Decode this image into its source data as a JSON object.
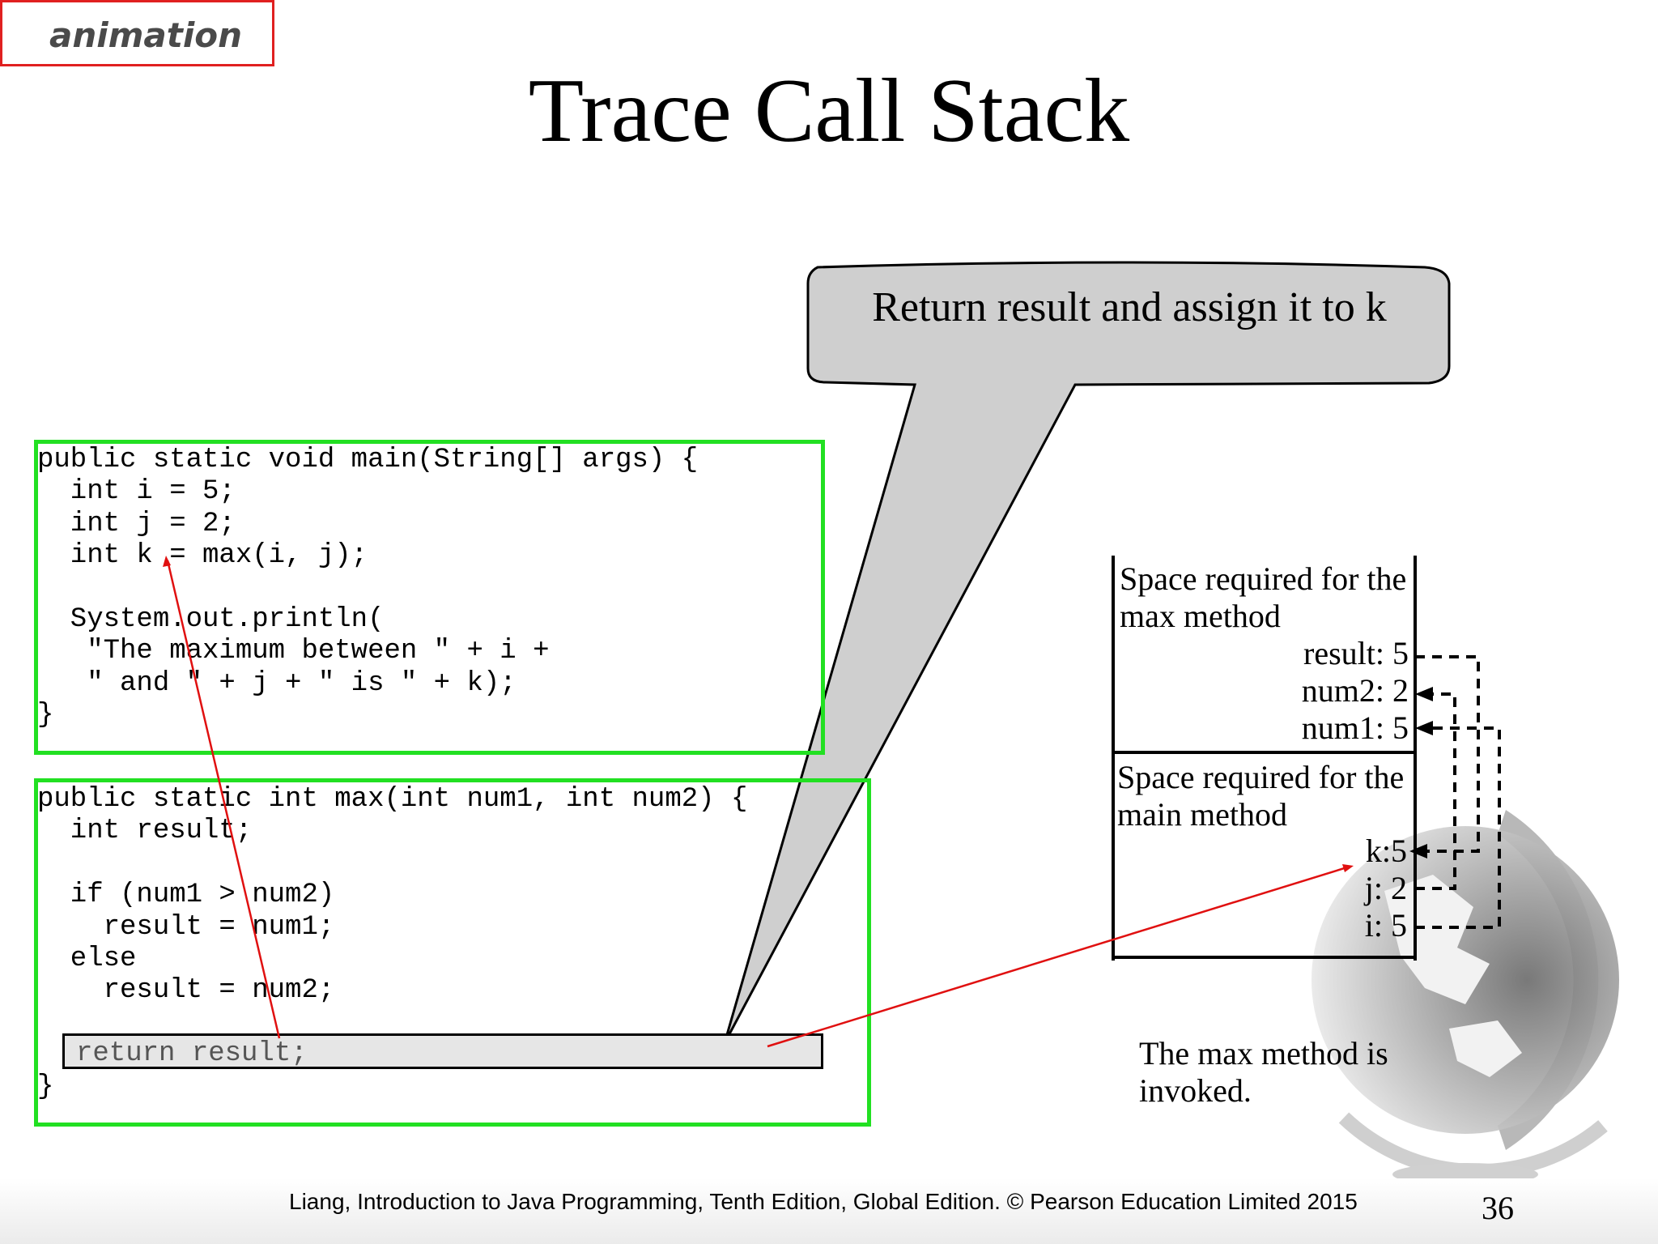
{
  "slide": {
    "tag": "animation",
    "title": "Trace Call Stack",
    "callout": "Return result and assign it to k"
  },
  "main_code": "public static void main(String[] args) {\n  int i = 5;\n  int j = 2;\n  int k = max(i, j);\n\n  System.out.println(\n   \"The maximum between \" + i +\n   \" and \" + j + \" is \" + k);\n}",
  "max_code": "public static int max(int num1, int num2) {\n  int result;\n\n  if (num1 > num2)\n    result = num1;\n  else\n    result = num2;\n\n\n}",
  "return_line": "return result;",
  "stack": {
    "max_frame_label_1": "Space required for the",
    "max_frame_label_2": "max method",
    "result": "result: 5",
    "num2": "num2: 2",
    "num1": "num1: 5",
    "main_frame_label_1": "Space required for the",
    "main_frame_label_2": "main method",
    "k": "k:5",
    "j": "j: 2",
    "i": "i: 5"
  },
  "note": "The max method is\ninvoked.",
  "footer": "Liang, Introduction to Java Programming, Tenth Edition, Global Edition. © Pearson Education Limited 2015",
  "page_number": "36",
  "colors": {
    "code_box_border": "#22e022",
    "tag_border": "#e02020",
    "arrow_red": "#e01010",
    "callout_fill": "#cfcfcf"
  }
}
